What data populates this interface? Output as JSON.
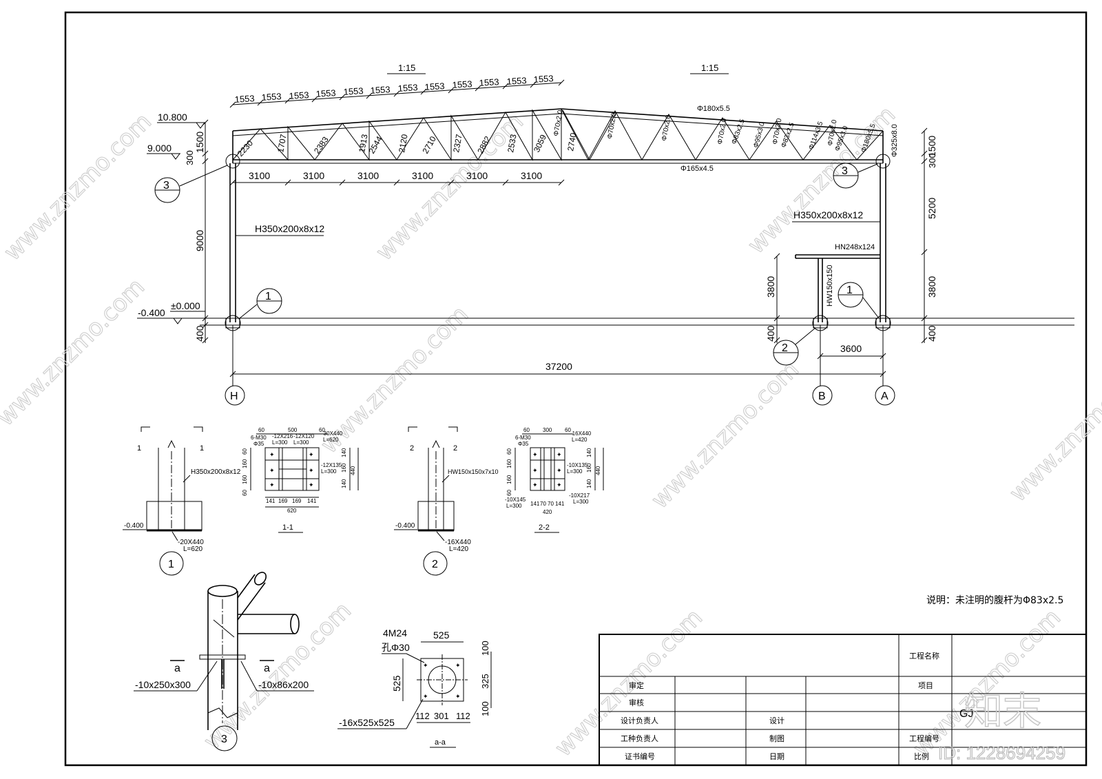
{
  "scale_labels": [
    "1:15",
    "1:15"
  ],
  "top_chord_panels": [
    "1553",
    "1553",
    "1553",
    "1553",
    "1553",
    "1553",
    "1553",
    "1553",
    "1553",
    "1553",
    "1553",
    "1553"
  ],
  "bottom_chord_panels": [
    "3100",
    "3100",
    "3100",
    "3100",
    "3100",
    "3100"
  ],
  "left_web_lengths": [
    "2230",
    "1707",
    "2383",
    "1913",
    "2544",
    "2120",
    "2710",
    "2327",
    "2882",
    "2533",
    "3059",
    "2740"
  ],
  "right_web_labels": [
    "Φ70x2.0",
    "Φ70x2.0",
    "Φ70x2.0",
    "Φ83x2.5",
    "Φ95x3.0",
    "Φ70x2.0",
    "Φ83x2.5",
    "Φ114x3.5",
    "Φ70x2.0",
    "Φ95x3.0",
    "Φ180x5.5",
    "Φ70x2.0"
  ],
  "member_labels": {
    "top_chord": "Φ180x5.5",
    "bottom_chord": "Φ165x4.5",
    "right_end_post": "Φ325x8.0",
    "left_column": "H350x200x8x12",
    "right_column": "H350x200x8x12",
    "mezzanine_beam": "HN248x124",
    "mezzanine_column": "HW150x150"
  },
  "elevations": {
    "ridge": "10.800",
    "eave": "9.000",
    "ground": "±0.000",
    "base": "-0.400"
  },
  "left_dims": [
    "1500",
    "300",
    "9000",
    "400"
  ],
  "right_dims": [
    "1500",
    "300",
    "5200",
    "3800",
    "400"
  ],
  "mezz_dims": {
    "height": "3800",
    "base": "400",
    "span": "3600"
  },
  "span_total": "37200",
  "axes": [
    "H",
    "B",
    "A"
  ],
  "detail_markers": [
    "3",
    "3",
    "1",
    "1",
    "2"
  ],
  "detail1": {
    "cut_marks": [
      "1",
      "1"
    ],
    "column": "H350x200x8x12",
    "level": "-0.400",
    "plate": "-20X440",
    "plate_len": "L=620",
    "title": "1",
    "plan": {
      "top_dims": [
        "60",
        "500",
        "60"
      ],
      "bolts": "6-M30",
      "holes": "Φ35",
      "stiffener1": "-12X216",
      "stiffener1_len": "L=300",
      "stiffener2": "-12X120",
      "stiffener2_len": "L=300",
      "plate_label": "-30X440",
      "plate_len": "L=620",
      "side_stiff": "-12X135",
      "side_stiff_len": "L=300",
      "left_dims": [
        "60",
        "160",
        "160",
        "60"
      ],
      "right_dims": [
        "140",
        "160",
        "140"
      ],
      "right_total": "440",
      "bottom_dims": [
        "141",
        "169",
        "169",
        "141"
      ],
      "bottom_total": "620",
      "title": "1-1"
    }
  },
  "detail2": {
    "cut_marks": [
      "2",
      "2"
    ],
    "column": "HW150x150x7x10",
    "level": "-0.400",
    "plate": "-16X440",
    "plate_len": "L=420",
    "title": "2",
    "plan": {
      "top_dims": [
        "60",
        "300",
        "60"
      ],
      "bolts": "6-M30",
      "holes": "Φ35",
      "plate_label": "-16X440",
      "plate_len": "L=420",
      "side_stiff": "-10X135",
      "side_stiff_len": "L=300",
      "stiff_low1": "-10X145",
      "stiff_low1_len": "L=300",
      "stiff_low2": "-10X217",
      "stiff_low2_len": "L=300",
      "left_dims": [
        "60",
        "160",
        "160",
        "60"
      ],
      "right_dims": [
        "140",
        "160",
        "140"
      ],
      "right_total": "440",
      "bottom_dims": [
        "141",
        "70",
        "70",
        "141"
      ],
      "bottom_total": "420",
      "title": "2-2"
    }
  },
  "detail3": {
    "section_marks": [
      "a",
      "a"
    ],
    "plate1": "-10x250x300",
    "plate2": "-10x86x200",
    "title": "3"
  },
  "detail_aa": {
    "bolts": "4M24",
    "hole": "孔Φ30",
    "width": "525",
    "height": "525",
    "right_dims": [
      "100",
      "325",
      "100"
    ],
    "bottom_dims": [
      "112",
      "301",
      "112"
    ],
    "plate": "-16x525x525",
    "title": "a-a"
  },
  "note": "说明：未注明的腹杆为Φ83x2.5",
  "title_block": {
    "rows_left": [
      "审定",
      "审核",
      "设计负责人",
      "工种负责人",
      "证书编号"
    ],
    "rows_mid": [
      "设计",
      "制图",
      "日期"
    ],
    "rows_right": [
      "工程名称",
      "项目",
      "工程编号",
      "比例"
    ],
    "drawing_no": "GJ"
  },
  "watermark": "www.znzmo.com",
  "watermark_logo": "知末网",
  "brand_mark": "知末",
  "id_label": "ID: 1228694259"
}
